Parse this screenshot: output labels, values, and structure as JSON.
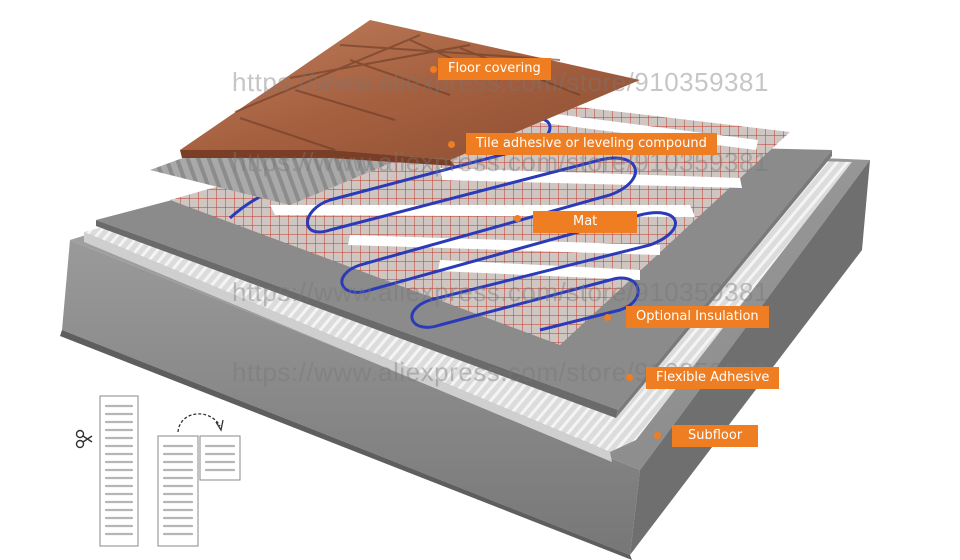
{
  "callouts": {
    "floor_covering": "Floor covering",
    "tile_adhesive": "Tile adhesive or leveling compound",
    "mat": "Mat",
    "optional_insulation": "Optional Insulation",
    "flexible_adhesive": "Flexible Adhesive",
    "subfloor": "Subfloor"
  },
  "watermark": "https://www.aliexpress.com/store/910359381",
  "colors": {
    "callout": "#ef7d22",
    "mat_grid": "#c0392b",
    "cable": "#2b3bb8",
    "tile": "#a86040",
    "concrete": "#8e8e8e"
  },
  "icons": [
    "scissors-icon",
    "fold-arrow-icon"
  ]
}
